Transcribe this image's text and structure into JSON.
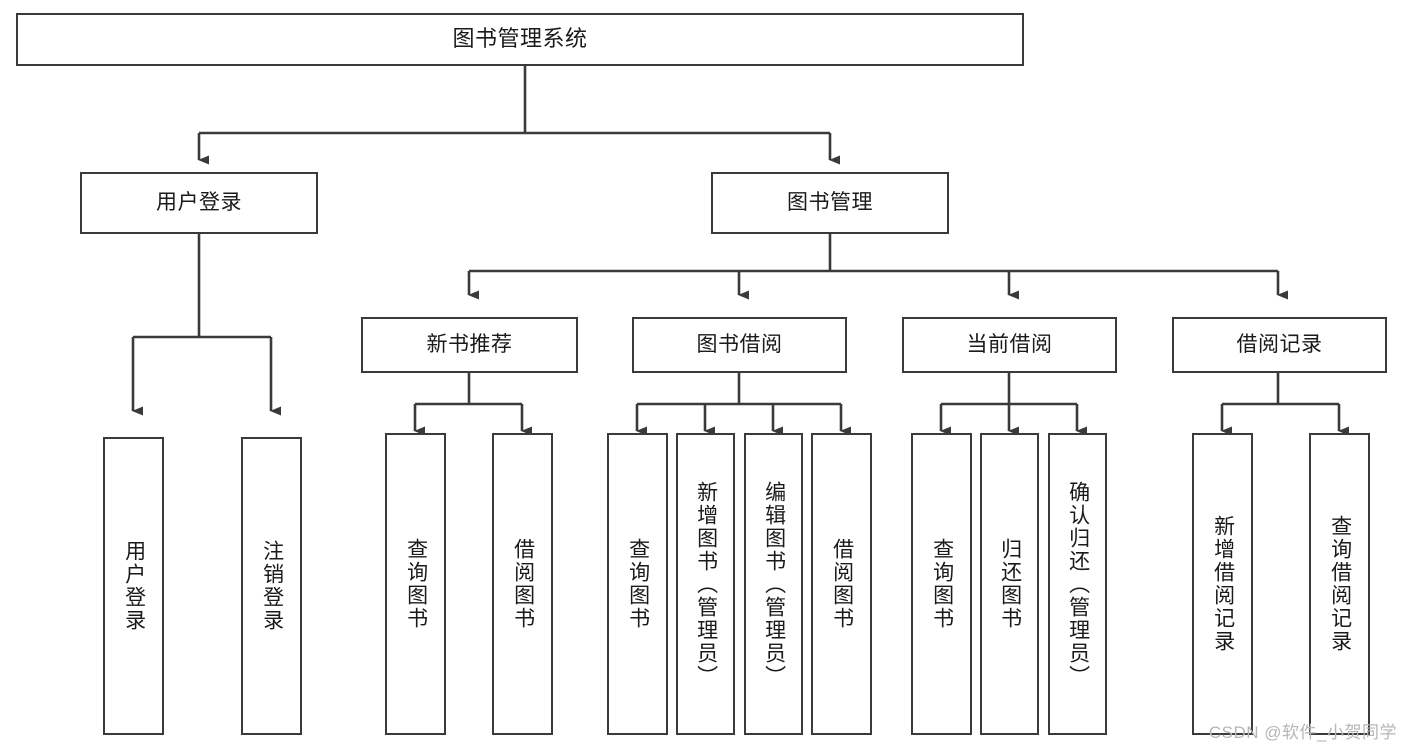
{
  "diagram": {
    "title": "图书管理系统",
    "type": "tree",
    "style": {
      "background": "#ffffff",
      "node_fill": "#ffffff",
      "node_stroke": "#3a3a3a",
      "edge_stroke": "#3a3a3a",
      "text_color": "#1a1a1a",
      "watermark_color": "#b6b6b6"
    },
    "watermark": "CSDN @软件_小贺同学",
    "levels": [
      {
        "level": 1,
        "nodes": [
          {
            "id": "root",
            "label": "图书管理系统",
            "orientation": "horizontal"
          }
        ]
      },
      {
        "level": 2,
        "nodes": [
          {
            "id": "login",
            "label": "用户登录",
            "orientation": "horizontal",
            "parent": "root"
          },
          {
            "id": "bookmgmt",
            "label": "图书管理",
            "orientation": "horizontal",
            "parent": "root"
          }
        ]
      },
      {
        "level": 3,
        "nodes": [
          {
            "id": "newbook",
            "label": "新书推荐",
            "orientation": "horizontal",
            "parent": "bookmgmt"
          },
          {
            "id": "borrow",
            "label": "图书借阅",
            "orientation": "horizontal",
            "parent": "bookmgmt"
          },
          {
            "id": "current",
            "label": "当前借阅",
            "orientation": "horizontal",
            "parent": "bookmgmt"
          },
          {
            "id": "record",
            "label": "借阅记录",
            "orientation": "horizontal",
            "parent": "bookmgmt"
          }
        ]
      },
      {
        "level": 4,
        "nodes": [
          {
            "id": "leaf-user-login",
            "label": "用户登录",
            "orientation": "vertical",
            "parent": "login"
          },
          {
            "id": "leaf-logout",
            "label": "注销登录",
            "orientation": "vertical",
            "parent": "login"
          },
          {
            "id": "leaf-query-book-1",
            "label": "查询图书",
            "orientation": "vertical",
            "parent": "newbook"
          },
          {
            "id": "leaf-borrow-book-1",
            "label": "借阅图书",
            "orientation": "vertical",
            "parent": "newbook"
          },
          {
            "id": "leaf-query-book-2",
            "label": "查询图书",
            "orientation": "vertical",
            "parent": "borrow"
          },
          {
            "id": "leaf-add-book",
            "label": "新增图书（管理员）",
            "orientation": "vertical",
            "parent": "borrow"
          },
          {
            "id": "leaf-edit-book",
            "label": "编辑图书（管理员）",
            "orientation": "vertical",
            "parent": "borrow"
          },
          {
            "id": "leaf-borrow-book-2",
            "label": "借阅图书",
            "orientation": "vertical",
            "parent": "borrow"
          },
          {
            "id": "leaf-query-book-3",
            "label": "查询图书",
            "orientation": "vertical",
            "parent": "current"
          },
          {
            "id": "leaf-return-book",
            "label": "归还图书",
            "orientation": "vertical",
            "parent": "current"
          },
          {
            "id": "leaf-confirm-return",
            "label": "确认归还（管理员）",
            "orientation": "vertical",
            "parent": "current"
          },
          {
            "id": "leaf-add-record",
            "label": "新增借阅记录",
            "orientation": "vertical",
            "parent": "record"
          },
          {
            "id": "leaf-query-record",
            "label": "查询借阅记录",
            "orientation": "vertical",
            "parent": "record"
          }
        ]
      }
    ]
  }
}
